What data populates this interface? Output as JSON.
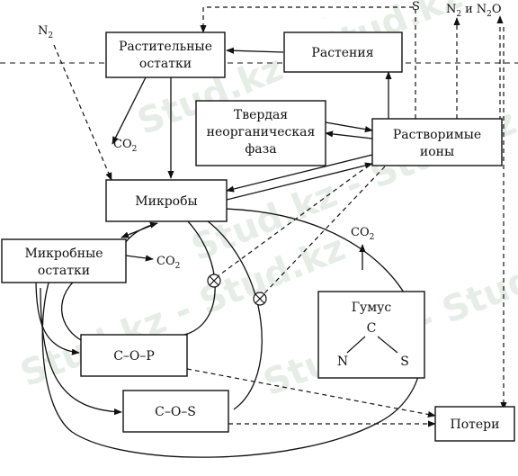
{
  "nodes": {
    "plant_residues": [
      "Растительные",
      "остатки"
    ],
    "plants": [
      "Растения"
    ],
    "solid_phase": [
      "Твердая",
      "неорганическая",
      "фаза"
    ],
    "soluble_ions": [
      "Растворимые",
      "ионы"
    ],
    "microbes": [
      "Микробы"
    ],
    "microbial_residues": [
      "Микробные",
      "остатки"
    ],
    "cop": "C–O–P",
    "cos": "C–O–S",
    "humus": {
      "title": "Гумус",
      "atoms": [
        "C",
        "N",
        "S"
      ]
    },
    "losses": [
      "Потери"
    ]
  },
  "labels": {
    "n2_left": "N",
    "n2_left_sub": "2",
    "s_top": "S",
    "n2_top": "N",
    "n2_top_sub": "2",
    "and_word": "и",
    "n2o_n": "N",
    "n2o_sub": "2",
    "n2o_o": "O",
    "co2_a": "CO",
    "co2_a_sub": "2",
    "co2_b": "CO",
    "co2_b_sub": "2",
    "co2_c": "CO",
    "co2_c_sub": "2"
  },
  "watermark": [
    "Stud.kz - Stud.kz",
    "Stud.kz - Stud.kz",
    "Stud.kz - Stud.kz",
    "Stud.kz - Stud.kz"
  ]
}
